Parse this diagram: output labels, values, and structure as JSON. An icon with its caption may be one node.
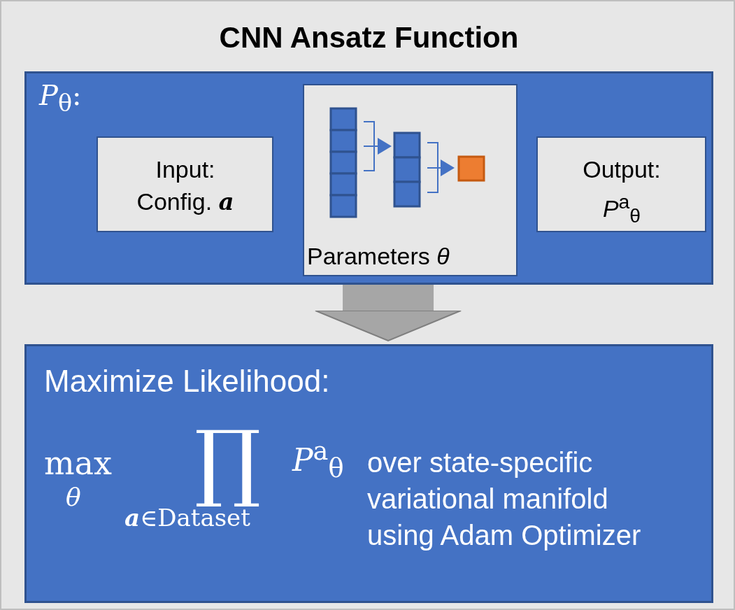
{
  "diagram": {
    "nodes": [
      {
        "text": [
          "CNN Ansatz Function"
        ]
      },
      {
        "text": [
          "*P*$_{θ}$:"
        ],
        "in": 0
      },
      {
        "text": [
          "Input: Config. **a**"
        ],
        "in": 1
      },
      {
        "text": [
          "Parameters *θ*"
        ],
        "in": 1
      },
      {
        "text": [
          "Output: *P*$^{a}$$_{θ}$"
        ],
        "in": 1
      },
      {
        "text": [
          "Maximize Likelihood:",
          "max",
          "*θ*",
          "∏",
          "**a**∈Dataset",
          "*P*$^{a}$$_{θ}$",
          "over state-specific variational manifold using Adam Optimizer"
        ],
        "in": 0
      }
    ],
    "edges": [
      {
        "from": 1,
        "to": 5,
        "arrow": "to"
      }
    ]
  }
}
